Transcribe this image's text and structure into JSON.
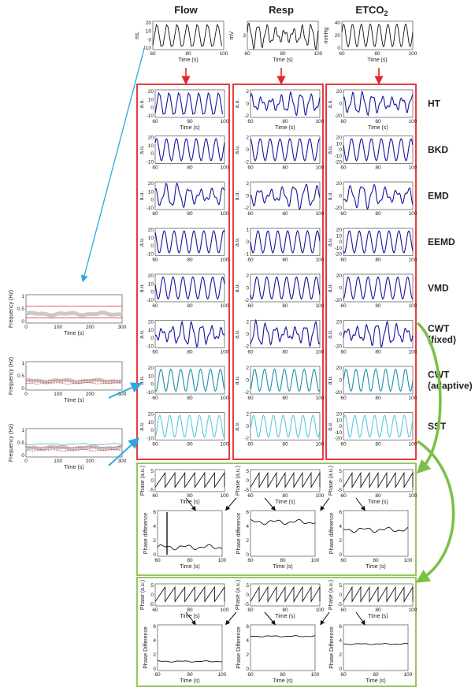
{
  "columns": [
    "Flow",
    "Resp",
    "ETCO"
  ],
  "etco_subscript": "2",
  "inputs": [
    {
      "ylabel": "mL",
      "yticks": [
        "20",
        "10",
        "0",
        "-10"
      ],
      "xticks": [
        "60",
        "80",
        "100"
      ],
      "xlabel": "Time (s)"
    },
    {
      "ylabel": "mV",
      "yticks": [
        "3"
      ],
      "xticks": [
        "60",
        "80",
        "100"
      ],
      "xlabel": "Time (s)"
    },
    {
      "ylabel": "mmHg",
      "yticks": [
        "40",
        "20",
        "0"
      ],
      "xticks": [
        "60",
        "80",
        "100"
      ],
      "xlabel": "Time (s)"
    }
  ],
  "methods": [
    "HT",
    "BKD",
    "EMD",
    "EEMD",
    "VMD",
    "CWT (fixed)",
    "CWT (adaptive)",
    "SST"
  ],
  "method_lines": [
    [
      "HT"
    ],
    [
      "BKD"
    ],
    [
      "EMD"
    ],
    [
      "EEMD"
    ],
    [
      "VMD"
    ],
    [
      "CWT",
      "(fixed)"
    ],
    [
      "CWT",
      "(adaptive)"
    ],
    [
      "SST"
    ]
  ],
  "decomp_ylabel": "a.u.",
  "decomp_xlabel": "Time (s)",
  "decomp_xticks": [
    "60",
    "80",
    "100"
  ],
  "decomp_yticks": [
    [
      [
        "20",
        "10",
        "0",
        "-10"
      ],
      [
        "2",
        "0",
        "-2"
      ],
      [
        "20",
        "0",
        "-20"
      ]
    ],
    [
      [
        "20",
        "10",
        "0",
        "-10"
      ],
      [
        "2",
        "0",
        "-2"
      ],
      [
        "20",
        "10",
        "0",
        "-10",
        "-20"
      ]
    ],
    [
      [
        "20",
        "10",
        "0",
        "-10"
      ],
      [
        "2",
        "0",
        "-2"
      ],
      [
        "20",
        "0",
        "-20"
      ]
    ],
    [
      [
        "20",
        "10",
        "0",
        "-10"
      ],
      [
        "1",
        "0",
        "-1"
      ],
      [
        "20",
        "10",
        "0",
        "-10",
        "-20"
      ]
    ],
    [
      [
        "20",
        "10",
        "0",
        "-10"
      ],
      [
        "2",
        "0",
        "-2"
      ],
      [
        "20",
        "0",
        "-20"
      ]
    ],
    [
      [
        "20",
        "10",
        "0",
        "-10"
      ],
      [
        "2",
        "0",
        "-2"
      ],
      [
        "20",
        "0",
        "-20"
      ]
    ],
    [
      [
        "20",
        "10",
        "0",
        "-10"
      ],
      [
        "2",
        "0",
        "-2"
      ],
      [
        "20",
        "0",
        "-20"
      ]
    ],
    [
      [
        "20",
        "10",
        "0",
        "-10"
      ],
      [
        "2",
        "0",
        "-2"
      ],
      [
        "20",
        "10",
        "0",
        "-10",
        "-20"
      ]
    ]
  ],
  "tf_plots": {
    "ylabel": "Frequency (Hz)",
    "xlabel": "Time (s)",
    "yticks": [
      "1",
      "0.5",
      "0"
    ],
    "xticks": [
      "0",
      "100",
      "200",
      "300"
    ]
  },
  "phase_plots": {
    "ylabel": "Phase (a.u.)",
    "xlabel": "Time (s)",
    "yticks": [
      "5",
      "0",
      "-5"
    ],
    "xticks": [
      "60",
      "80",
      "100"
    ]
  },
  "phase_diff_plots": {
    "ylabel_a": "Phase difference",
    "ylabel_b": "Phase Difference",
    "xlabel": "Time (s)",
    "yticks": [
      "6",
      "4",
      "2",
      "0"
    ],
    "xticks": [
      "60",
      "80",
      "100"
    ]
  },
  "colors": {
    "red_box": "#e0282c",
    "green_box": "#8cc152",
    "arrow_red": "#e0282c",
    "arrow_cyan": "#2aa9df",
    "arrow_green": "#7cbf45",
    "trace_dark": "#14149a",
    "trace_mid": "#1c8fb0",
    "trace_light": "#5ec8e0",
    "black": "#111111"
  }
}
